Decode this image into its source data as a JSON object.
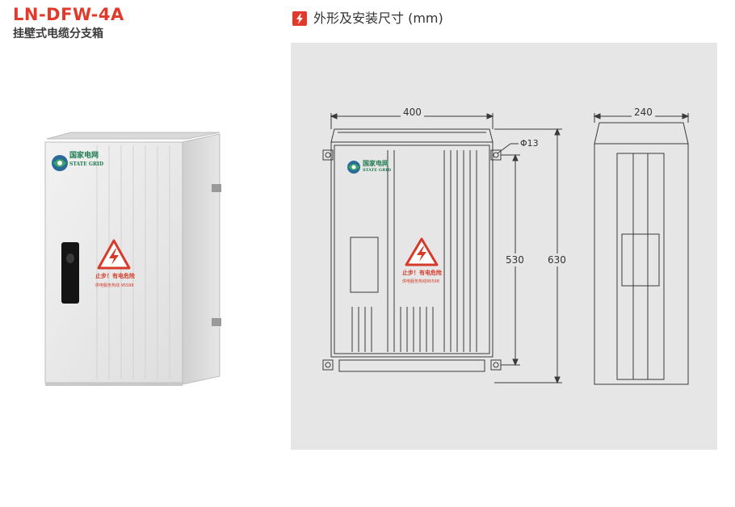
{
  "product": {
    "model_code": "LN-DFW-4A",
    "model_name": "挂壁式电缆分支箱"
  },
  "cabinet_front": {
    "brand_cn": "国家电网",
    "brand_en": "STATE GRID",
    "warning_text": "止步！有电危险",
    "service_text": "供电服务热线 95598"
  },
  "drawing": {
    "section_icon": "lightning-bolt-icon",
    "section_title": "外形及安装尺寸 (mm)",
    "dim_width_front": "400",
    "dim_width_side": "240",
    "dim_hole": "Φ13",
    "dim_mount_height": "530",
    "dim_total_height": "630",
    "brand_cn": "国家电网",
    "brand_en": "STATE GRID",
    "warning_text": "止步！有电危险",
    "service_text": "供电服务热线95598"
  },
  "colors": {
    "accent": "#e23a2a",
    "panel": "#e6e6e6",
    "line": "#3a3a3a",
    "cabinet": "#eaeaea",
    "brand_green": "#1e7a50"
  }
}
